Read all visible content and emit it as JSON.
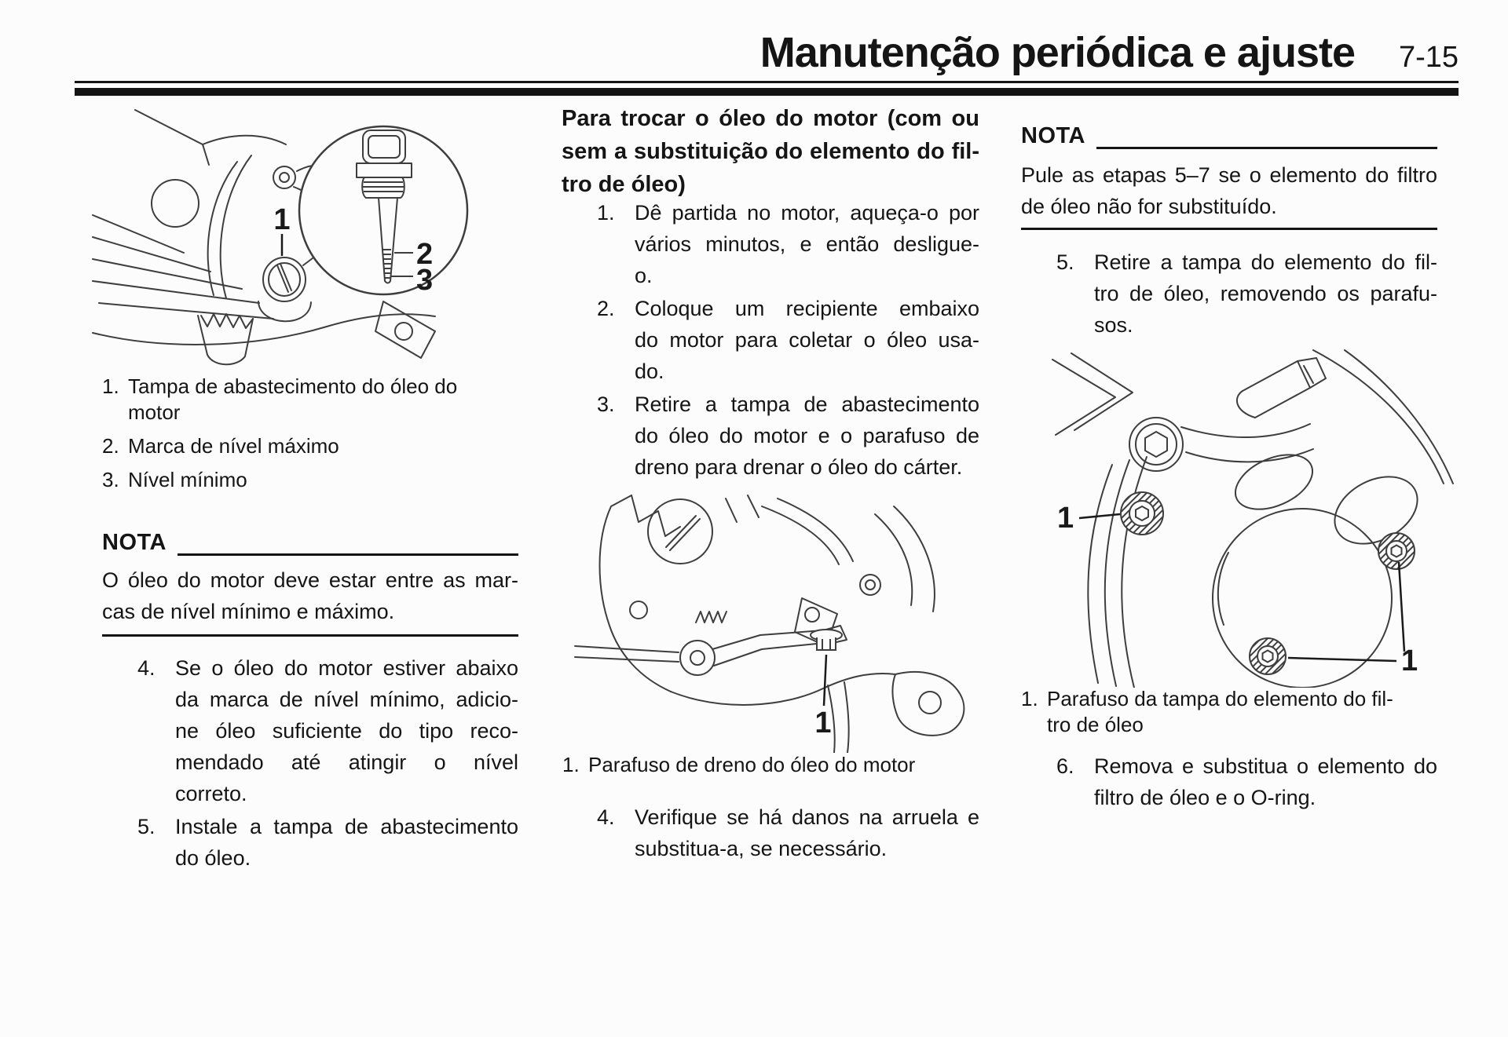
{
  "header": {
    "title": "Manutenção periódica e ajuste",
    "page_number": "7-15"
  },
  "left_column": {
    "figure_oil_filler": {
      "labels": {
        "filler_cap": "1",
        "max_level": "2",
        "min_level": "3"
      }
    },
    "figure_caption_items": [
      {
        "num": "1.",
        "lines": [
          "Tampa de abastecimento do óleo do",
          "motor"
        ]
      },
      {
        "num": "2.",
        "lines": [
          "Marca de nível máximo"
        ]
      },
      {
        "num": "3.",
        "lines": [
          "Nível mínimo"
        ]
      }
    ],
    "nota_label": "NOTA",
    "nota_lines": [
      "O óleo do motor deve estar entre as mar-",
      "cas de nível mínimo e máximo."
    ],
    "steps": [
      {
        "num": "4.",
        "lines": [
          "Se o óleo do motor estiver abaixo",
          "da marca de nível mínimo, adicio-",
          "ne óleo suficiente do tipo reco-",
          "mendado até atingir o nível",
          "correto."
        ]
      },
      {
        "num": "5.",
        "lines": [
          "Instale a tampa de abastecimento",
          "do óleo."
        ]
      }
    ]
  },
  "middle_column": {
    "heading_lines": [
      "Para trocar o óleo do motor (com ou",
      "sem a substituição do elemento do fil-",
      "tro de óleo)"
    ],
    "steps_a": [
      {
        "num": "1.",
        "lines": [
          "Dê partida no motor, aqueça-o por",
          "vários minutos, e então desligue-",
          "o."
        ]
      },
      {
        "num": "2.",
        "lines": [
          "Coloque um recipiente embaixo",
          "do motor para coletar o óleo usa-",
          "do."
        ]
      },
      {
        "num": "3.",
        "lines": [
          "Retire a tampa de abastecimento",
          "do óleo do motor e o parafuso de",
          "dreno para drenar o óleo do cárter."
        ]
      }
    ],
    "figure_drain_bolt": {
      "labels": {
        "drain_bolt": "1"
      }
    },
    "figure_caption": {
      "num": "1.",
      "lines": [
        "Parafuso de dreno do óleo do motor"
      ]
    },
    "steps_b": [
      {
        "num": "4.",
        "lines": [
          "Verifique se há danos na arruela e",
          "substitua-a, se necessário."
        ]
      }
    ]
  },
  "right_column": {
    "nota_label": "NOTA",
    "nota_lines": [
      "Pule as etapas 5–7 se o elemento do filtro",
      "de óleo não for substituído."
    ],
    "steps_a": [
      {
        "num": "5.",
        "lines": [
          "Retire a tampa do elemento do fil-",
          "tro de óleo, removendo os parafu-",
          "sos."
        ]
      }
    ],
    "figure_filter_cover": {
      "labels": {
        "cover_bolt_left": "1",
        "cover_bolt_right": "1"
      }
    },
    "figure_caption": {
      "num": "1.",
      "lines": [
        "Parafuso da tampa do elemento do fil-",
        "tro de óleo"
      ]
    },
    "steps_b": [
      {
        "num": "6.",
        "lines": [
          "Remova e substitua o elemento do",
          "filtro de óleo e o O-ring."
        ]
      }
    ]
  }
}
